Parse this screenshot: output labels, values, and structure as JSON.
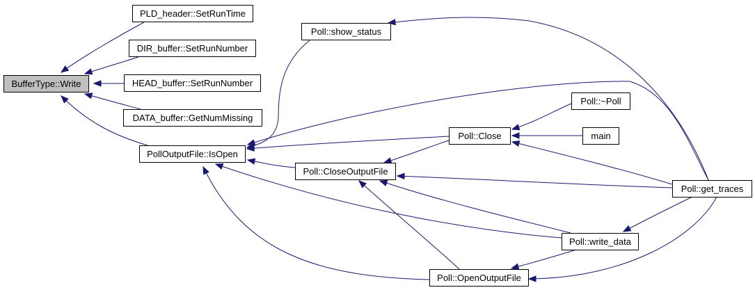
{
  "colors": {
    "edge": "#191970",
    "root_fill": "#bfbfbf",
    "node_fill": "#ffffff",
    "node_border": "#000000"
  },
  "nodes": [
    {
      "id": "buffertype-write",
      "label": "BufferType::Write",
      "root": true
    },
    {
      "id": "pld-header-setruntime",
      "label": "PLD_header::SetRunTime"
    },
    {
      "id": "dir-buffer-setrunnumber",
      "label": "DIR_buffer::SetRunNumber"
    },
    {
      "id": "head-buffer-setrunnumber",
      "label": "HEAD_buffer::SetRunNumber"
    },
    {
      "id": "data-buffer-getnummissing",
      "label": "DATA_buffer::GetNumMissing"
    },
    {
      "id": "polloutputfile-isopen",
      "label": "PollOutputFile::IsOpen"
    },
    {
      "id": "poll-show-status",
      "label": "Poll::show_status"
    },
    {
      "id": "poll-close",
      "label": "Poll::Close"
    },
    {
      "id": "poll-closeoutputfile",
      "label": "Poll::CloseOutputFile"
    },
    {
      "id": "poll-openoutputfile",
      "label": "Poll::OpenOutputFile"
    },
    {
      "id": "poll-destructor",
      "label": "Poll::~Poll"
    },
    {
      "id": "main",
      "label": "main"
    },
    {
      "id": "poll-write-data",
      "label": "Poll::write_data"
    },
    {
      "id": "poll-get-traces",
      "label": "Poll::get_traces"
    }
  ],
  "edges": [
    {
      "from": "pld-header-setruntime",
      "to": "buffertype-write"
    },
    {
      "from": "dir-buffer-setrunnumber",
      "to": "buffertype-write"
    },
    {
      "from": "head-buffer-setrunnumber",
      "to": "buffertype-write"
    },
    {
      "from": "data-buffer-getnummissing",
      "to": "buffertype-write"
    },
    {
      "from": "polloutputfile-isopen",
      "to": "buffertype-write"
    },
    {
      "from": "poll-show-status",
      "to": "polloutputfile-isopen"
    },
    {
      "from": "poll-get-traces",
      "to": "polloutputfile-isopen"
    },
    {
      "from": "poll-close",
      "to": "polloutputfile-isopen"
    },
    {
      "from": "poll-closeoutputfile",
      "to": "polloutputfile-isopen"
    },
    {
      "from": "poll-write-data",
      "to": "polloutputfile-isopen"
    },
    {
      "from": "poll-openoutputfile",
      "to": "polloutputfile-isopen"
    },
    {
      "from": "poll-get-traces",
      "to": "poll-show-status"
    },
    {
      "from": "poll-destructor",
      "to": "poll-close"
    },
    {
      "from": "main",
      "to": "poll-close"
    },
    {
      "from": "poll-get-traces",
      "to": "poll-close"
    },
    {
      "from": "poll-close",
      "to": "poll-closeoutputfile"
    },
    {
      "from": "poll-get-traces",
      "to": "poll-closeoutputfile"
    },
    {
      "from": "poll-write-data",
      "to": "poll-closeoutputfile"
    },
    {
      "from": "poll-openoutputfile",
      "to": "poll-closeoutputfile"
    },
    {
      "from": "poll-get-traces",
      "to": "poll-write-data"
    },
    {
      "from": "poll-write-data",
      "to": "poll-openoutputfile"
    },
    {
      "from": "poll-get-traces",
      "to": "poll-openoutputfile"
    }
  ]
}
